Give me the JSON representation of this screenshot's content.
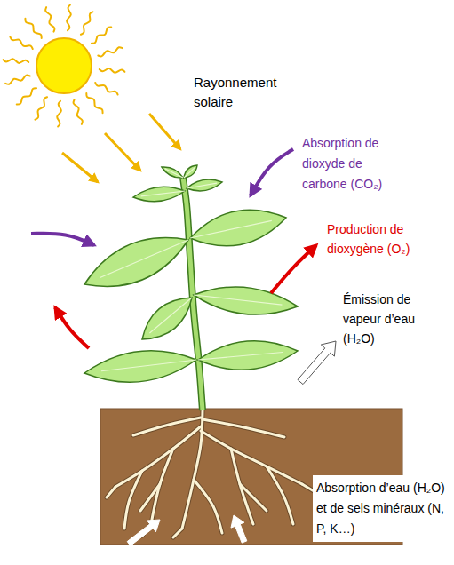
{
  "diagram": {
    "labels": [
      "Rayonnement solaire",
      "Absorption de dioxyde de carbone (CO₂)",
      "Production de dioxygène (O₂)",
      "Émission de vapeur d’eau (H₂O)",
      "Absorption d’eau (H₂O) et de sels minéraux (N, P, K…)"
    ]
  }
}
